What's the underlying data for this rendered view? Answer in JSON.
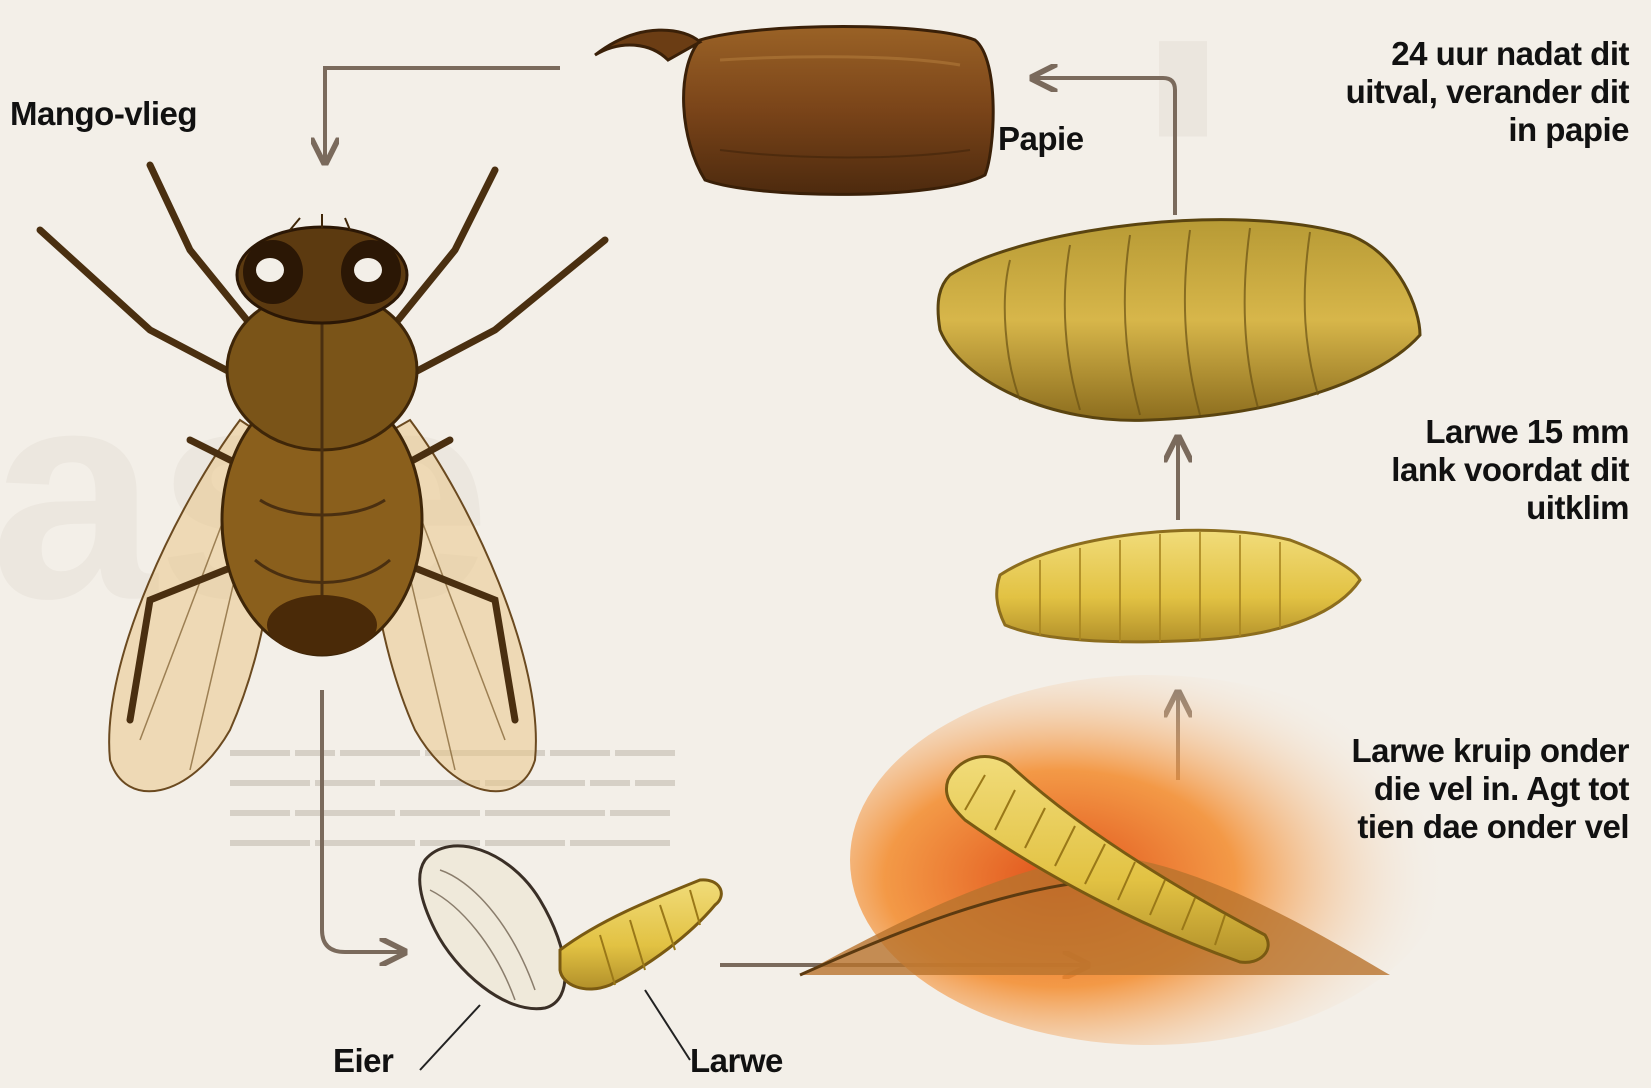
{
  "labels": {
    "fly": "Mango-vlieg",
    "pupa": "Papie",
    "pupa_note": [
      "24 uur nadat dit",
      "uitval, verander dit",
      "in papie"
    ],
    "larva_grown": [
      "Larwe 15 mm",
      "lank voordat dit",
      "uitklim"
    ],
    "larva_skin": [
      "Larwe kruip onder",
      "die vel in. Agt tot",
      "tien dae onder vel"
    ],
    "eggs": "Eier",
    "larva": "Larwe"
  },
  "colors": {
    "fly_body": "#7a5418",
    "pupa": "#7b4a1c",
    "larva": "#e2c243",
    "glow": "#f07a1e",
    "arrow": "#7a6a5c",
    "text": "#111111"
  }
}
